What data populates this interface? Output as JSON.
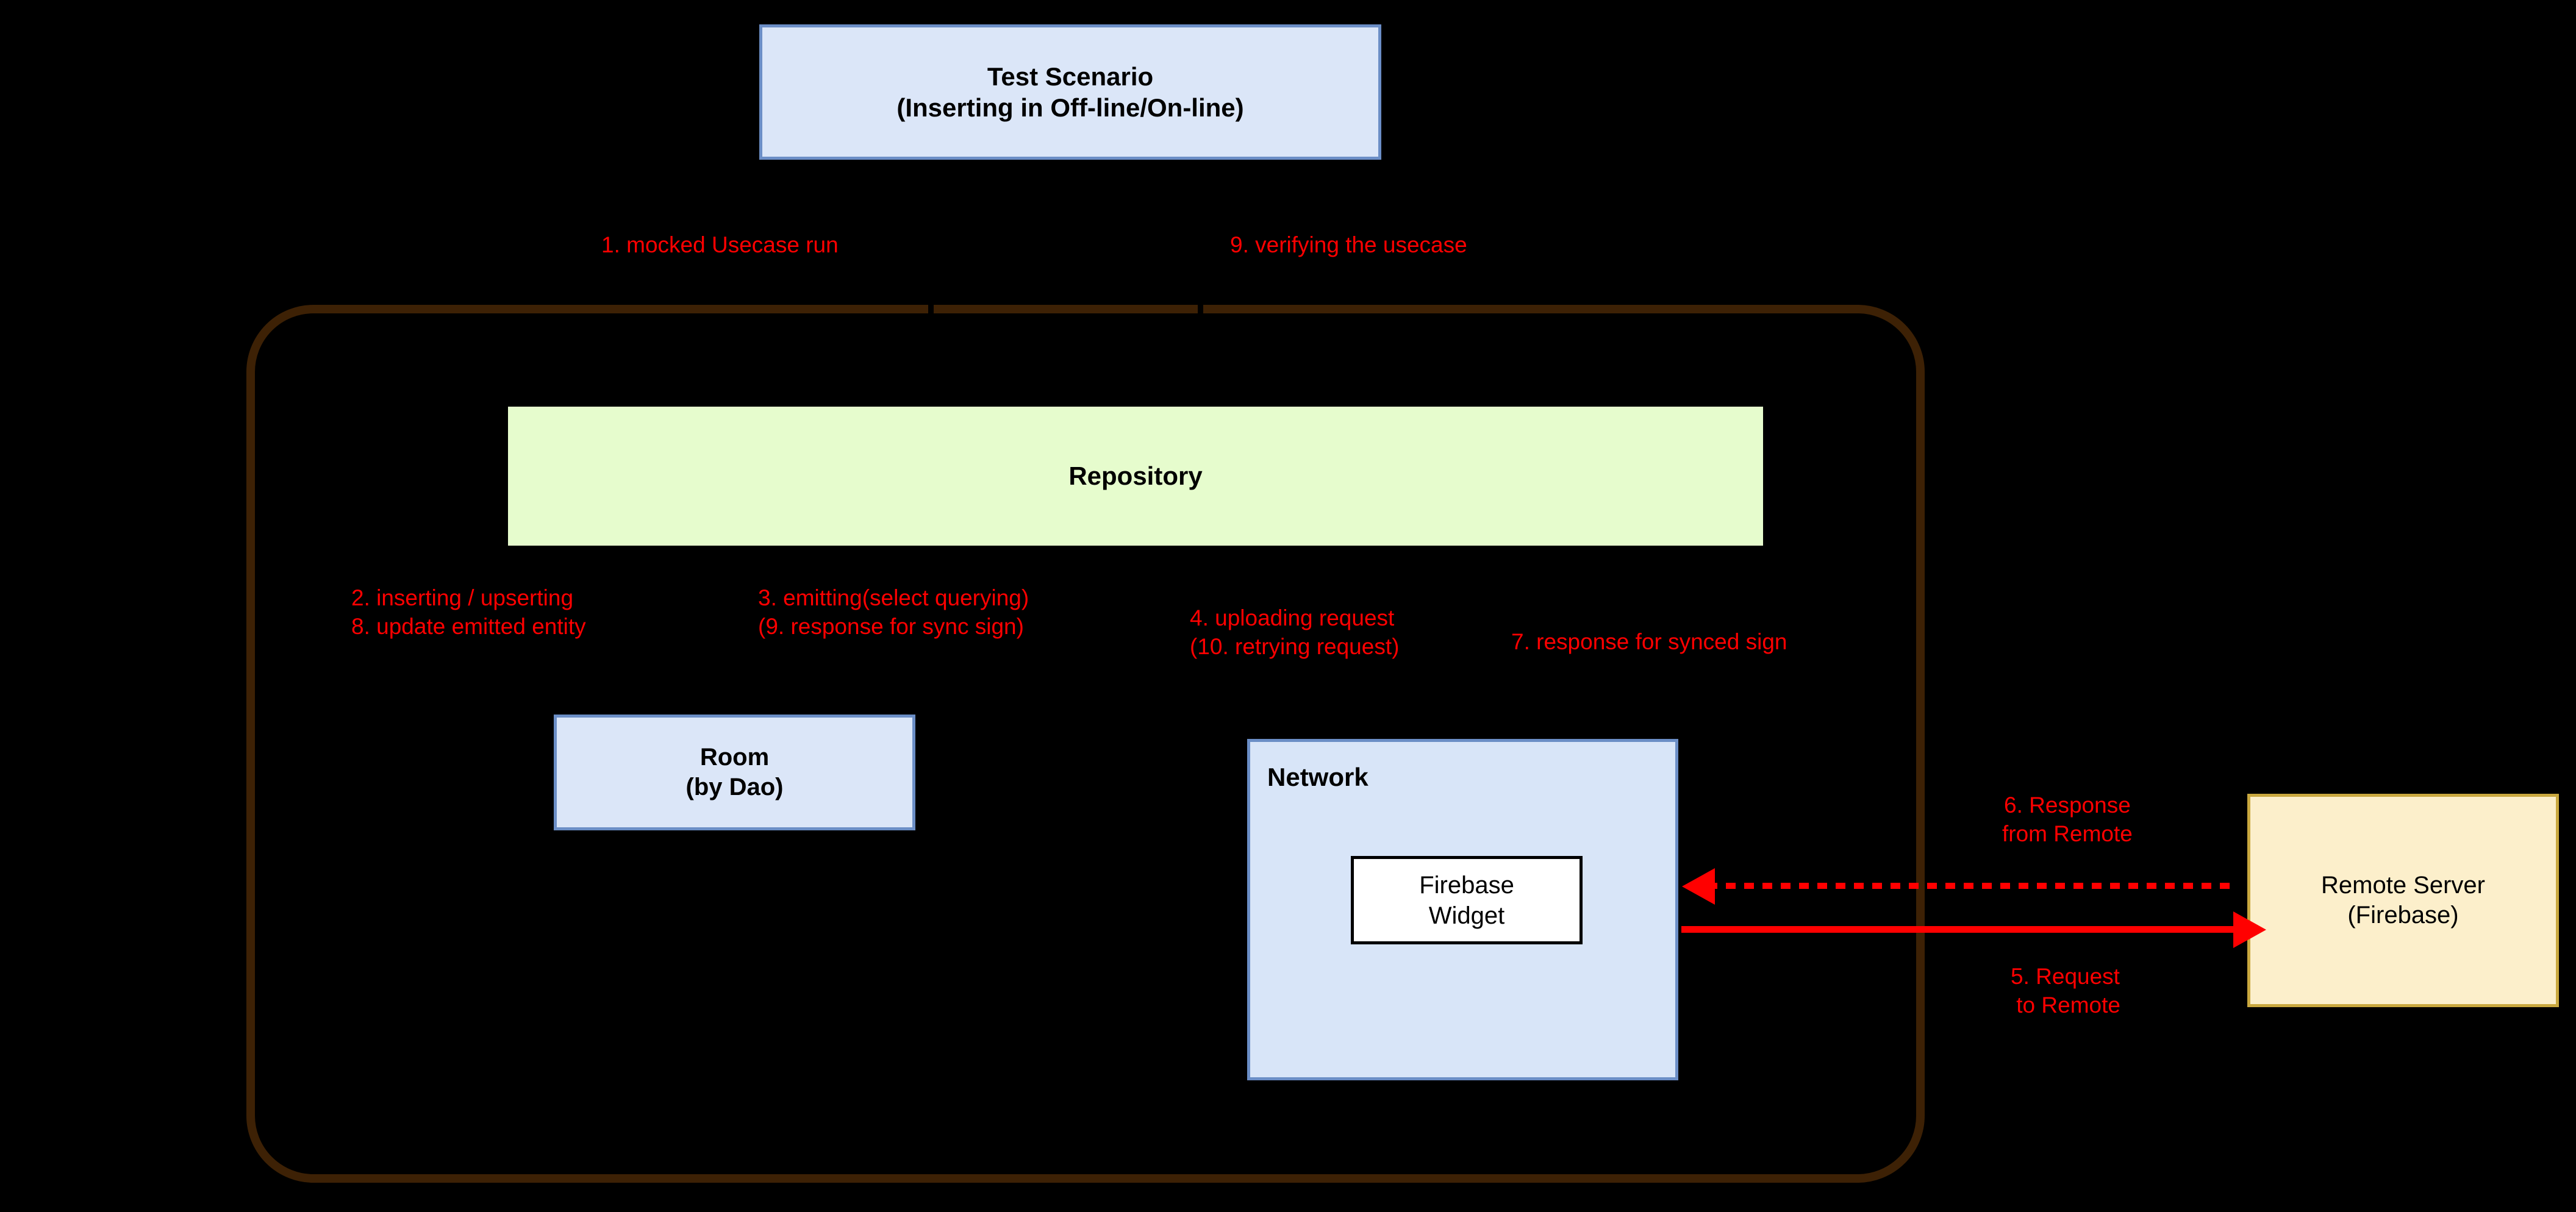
{
  "diagram": {
    "background_color": "#000000",
    "accent_red": "#ff0000",
    "container_border_color": "#3d2105"
  },
  "test_scenario": {
    "line1": "Test Scenario",
    "line2": "(Inserting in Off-line/On-line)",
    "fill": "#dbe6f8",
    "border": "#6b8ec6"
  },
  "repository": {
    "label": "Repository",
    "fill": "#e6fccd"
  },
  "room": {
    "line1": "Room",
    "line2": "(by Dao)",
    "fill": "#dbe6f8",
    "border": "#6b8ec6"
  },
  "network": {
    "label": "Network",
    "fill": "#d8e5f8",
    "border": "#6b8ec6",
    "widget": {
      "line1": "Firebase",
      "line2": "Widget",
      "fill": "#ffffff",
      "border": "#000000"
    }
  },
  "remote_server": {
    "line1": "Remote Server",
    "line2": "(Firebase)",
    "fill": "#fcefcb",
    "border": "#c9a83f"
  },
  "annotations": {
    "step1": "1. mocked Usecase run",
    "step9": "9. verifying the usecase",
    "step2_8": "2. inserting / upserting\n8. update emitted entity",
    "step3_9": "3. emitting(select querying)\n(9. response for sync sign)",
    "step4_10": "4. uploading request\n(10. retrying request)",
    "step7": "7. response for synced sign",
    "step6": "6. Response\nfrom Remote",
    "step5": "5. Request\n to Remote"
  },
  "arrows": {
    "response_from_remote": {
      "style": "dotted",
      "direction": "left",
      "color": "#ff0000"
    },
    "request_to_remote": {
      "style": "solid",
      "direction": "right",
      "color": "#ff0000"
    }
  }
}
